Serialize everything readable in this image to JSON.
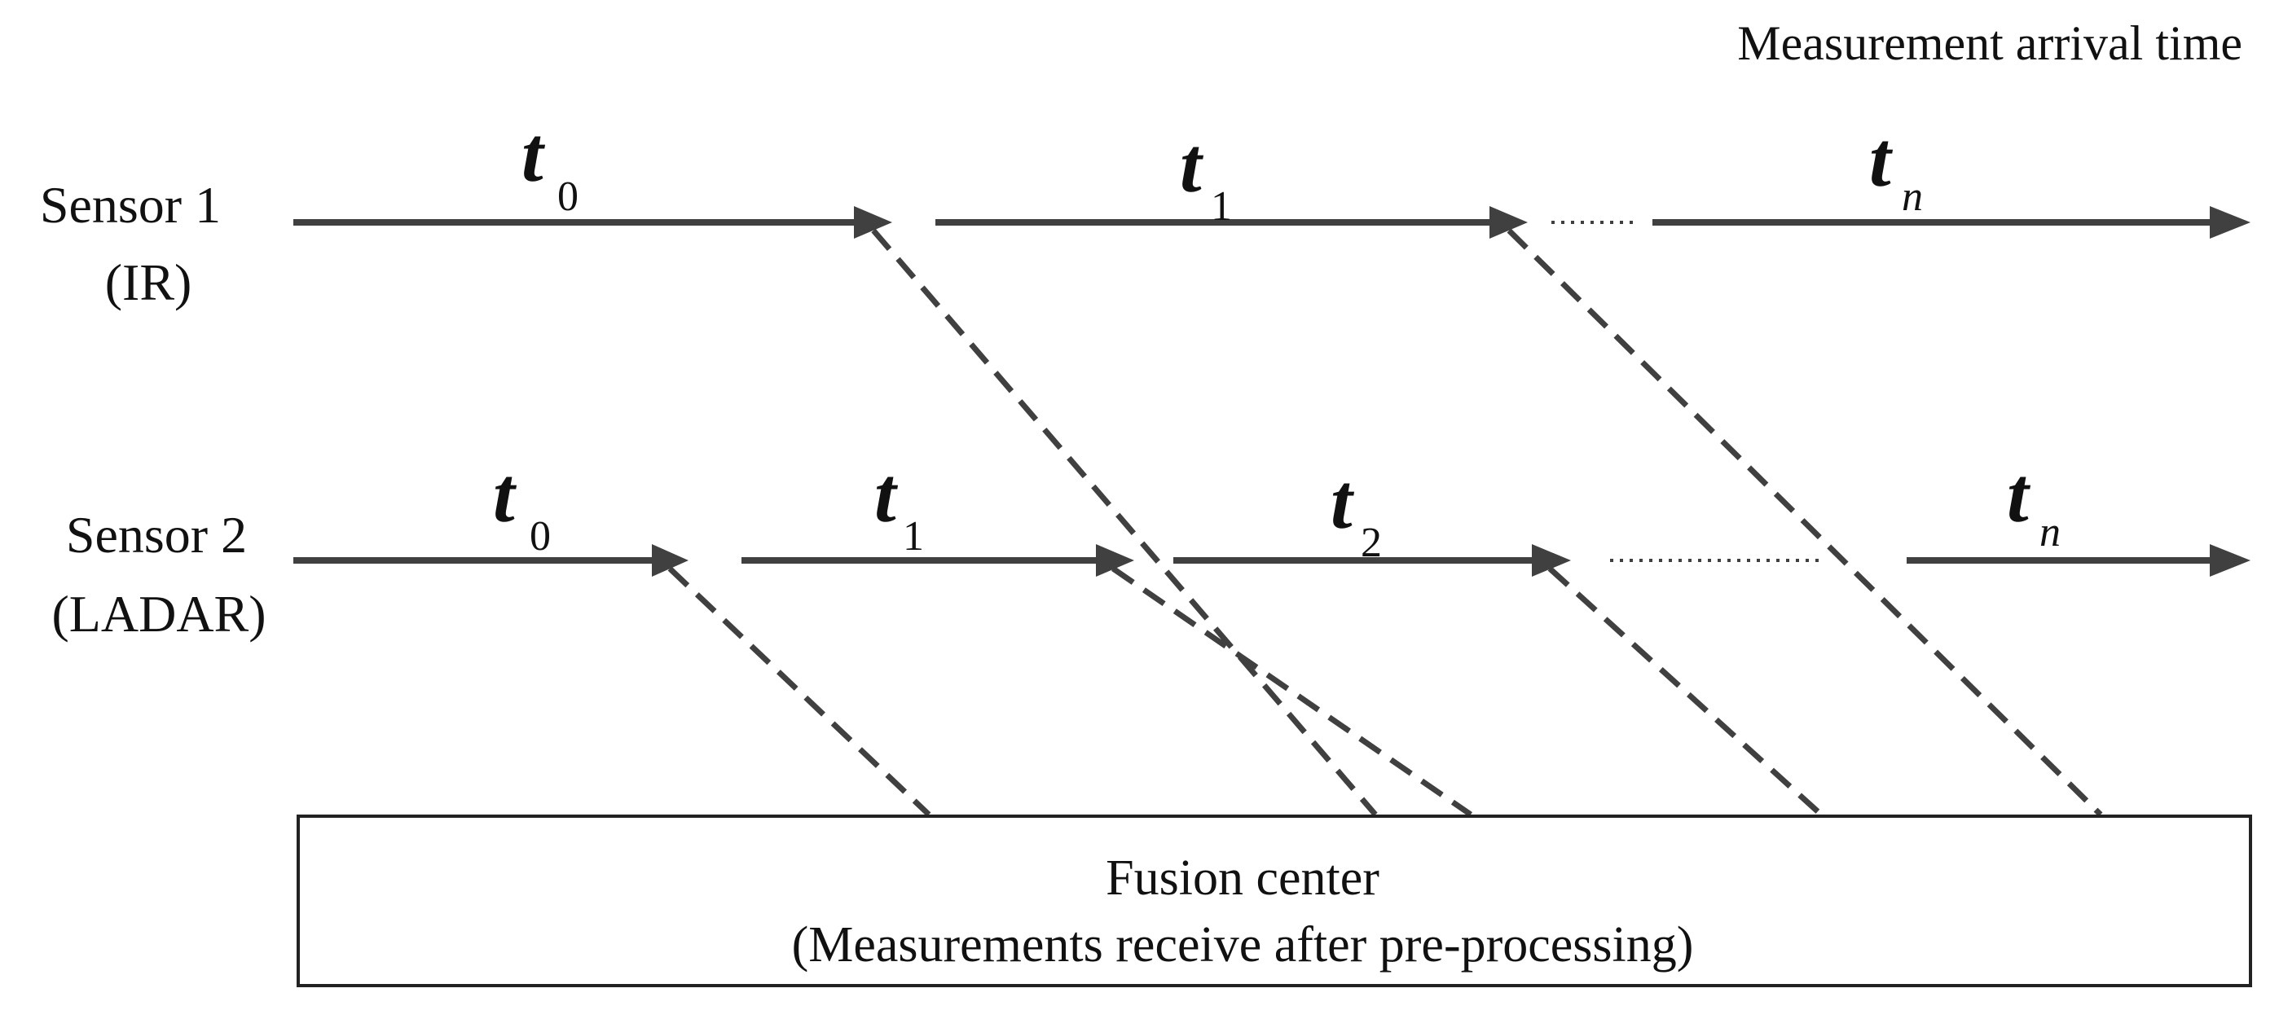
{
  "header": {
    "title": "Measurement arrival time"
  },
  "sensors": [
    {
      "name": "Sensor 1",
      "type": "(IR)",
      "intervals": [
        {
          "symbol": "t",
          "sub": "0"
        },
        {
          "symbol": "t",
          "sub": "1"
        },
        {
          "symbol": "t",
          "sub": "n"
        }
      ]
    },
    {
      "name": "Sensor 2",
      "type": "(LADAR)",
      "intervals": [
        {
          "symbol": "t",
          "sub": "0"
        },
        {
          "symbol": "t",
          "sub": "1"
        },
        {
          "symbol": "t",
          "sub": "2"
        },
        {
          "symbol": "t",
          "sub": "n"
        }
      ]
    }
  ],
  "fusion_center": {
    "title": "Fusion center",
    "subtitle": "(Measurements receive after pre-processing)"
  },
  "colors": {
    "line": "#404040",
    "text": "#111111",
    "box_border": "#222222"
  }
}
